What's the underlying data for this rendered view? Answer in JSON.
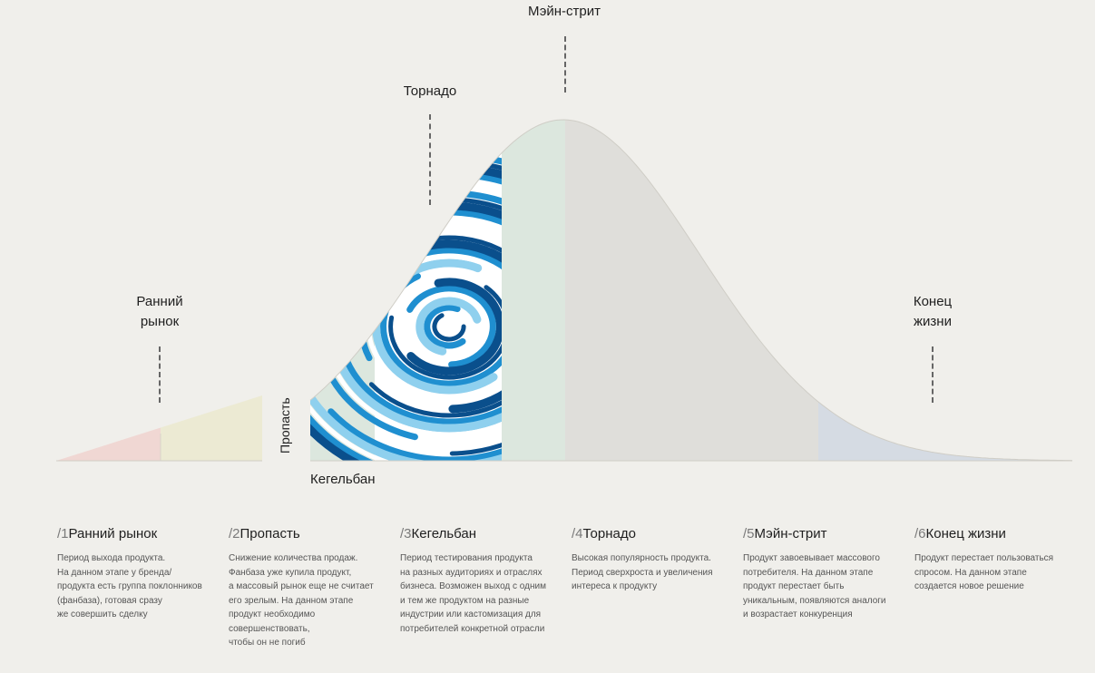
{
  "labels": {
    "main_street": "Мэйн-стрит",
    "tornado": "Торнадо",
    "early_market": "Ранний\nрынок",
    "end_of_life": "Конец\nжизни",
    "chasm": "Пропасть",
    "bowling_alley": "Кегельбан"
  },
  "colors": {
    "background": "#f0efeb",
    "early_market": "#f0d7d3",
    "chasm": "#ecead3",
    "bowling_alley": "#dce7de",
    "main_street": "#dfdeda",
    "end_of_life": "#d5dbe3",
    "swirl_dark": "#0a4f8c",
    "swirl_mid": "#1f8fd0",
    "swirl_light": "#8fd0ee"
  },
  "stages": [
    {
      "num": "/1",
      "title": "Ранний рынок",
      "text": "Период выхода продукта.\nНа данном этапе у бренда/\nпродукта есть группа поклонников\n(фанбаза), готовая сразу\nже совершить сделку"
    },
    {
      "num": "/2",
      "title": "Пропасть",
      "text": "Снижение количества продаж.\nФанбаза уже купила продукт,\nа массовый рынок еще не считает\nего зрелым. На данном этапе\nпродукт необходимо\nсовершенствовать,\nчтобы он не погиб"
    },
    {
      "num": "/3",
      "title": "Кегельбан",
      "text": "Период тестирования продукта\nна разных аудиториях и отраслях\nбизнеса. Возможен выход с одним\nи тем же продуктом на разные\nиндустрии или кастомизация для\nпотребителей конкретной отрасли"
    },
    {
      "num": "/4",
      "title": "Торнадо",
      "text": "Высокая популярность продукта.\nПериод сверхроста и увеличения\nинтереса к продукту"
    },
    {
      "num": "/5",
      "title": "Мэйн-стрит",
      "text": "Продукт завоевывает массового\nпотребителя. На данном этапе\nпродукт перестает быть\nуникальным, появляются аналоги\nи возрастает конкуренция"
    },
    {
      "num": "/6",
      "title": "Конец жизни",
      "text": "Продукт перестает пользоваться\nспросом. На данном этапе\nсоздается новое решение"
    }
  ]
}
